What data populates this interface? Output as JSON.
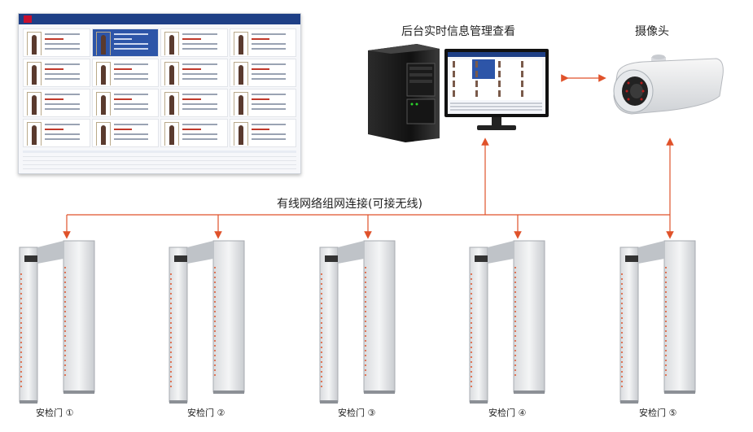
{
  "labels": {
    "backend": "后台实时信息管理查看",
    "camera": "摄像头",
    "network": "有线网络组网连接(可接无线)"
  },
  "gates": [
    {
      "label": "安检门 ①"
    },
    {
      "label": "安检门 ②"
    },
    {
      "label": "安检门 ③"
    },
    {
      "label": "安检门 ④"
    },
    {
      "label": "安检门 ⑤"
    }
  ],
  "colors": {
    "arrow": "#e0522a",
    "accent": "#1e3f86"
  }
}
